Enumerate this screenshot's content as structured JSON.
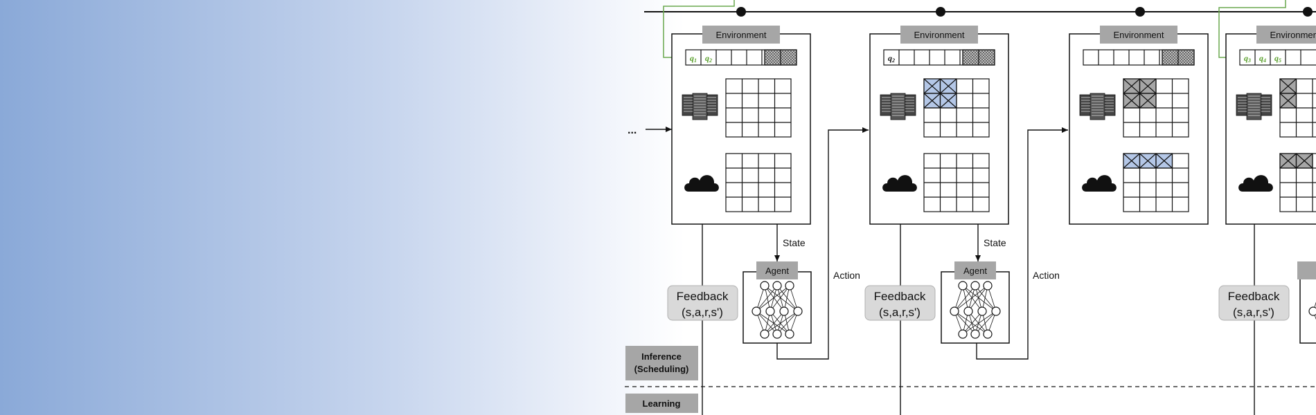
{
  "labels": {
    "environment": "Environment",
    "agent": "Agent",
    "state": "State",
    "action": "Action",
    "feedback_line1": "Feedback",
    "feedback_line2": "(s,a,r,s')",
    "inference_line1": "Inference",
    "inference_line2": "(Scheduling)",
    "learning": "Learning",
    "ellipsis": "..."
  },
  "queues": [
    [
      {
        "name": "q",
        "sub": "1",
        "color": "#5aa02c"
      },
      {
        "name": "q",
        "sub": "2",
        "color": "#5aa02c"
      }
    ],
    [
      {
        "name": "q",
        "sub": "2",
        "color": "#111111"
      }
    ],
    [],
    [
      {
        "name": "q",
        "sub": "3",
        "color": "#5aa02c"
      },
      {
        "name": "q",
        "sub": "4",
        "color": "#5aa02c"
      },
      {
        "name": "q",
        "sub": "5",
        "color": "#5aa02c"
      }
    ]
  ],
  "colors": {
    "label_box": "#a6a6a6",
    "feedback_box": "#d9d9d9",
    "green_arrow": "#6aa84f",
    "allocated_blue": "#b4c7e7",
    "allocated_gray": "#a6a6a6"
  }
}
